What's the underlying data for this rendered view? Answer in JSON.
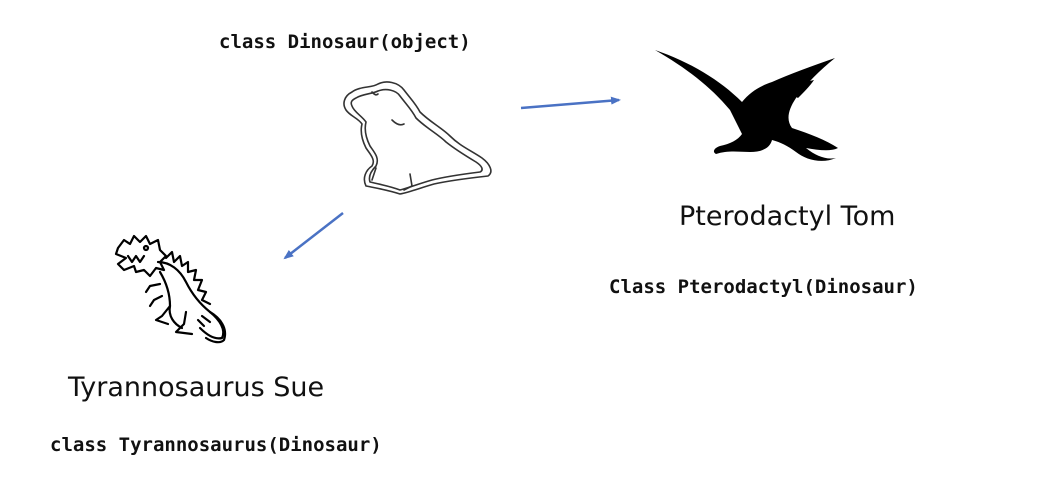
{
  "base_class": {
    "code": "class Dinosaur(object)",
    "icon": "dinosaur-cookie-cutter-icon"
  },
  "pterodactyl": {
    "name": "Pterodactyl Tom",
    "code": "Class Pterodactyl(Dinosaur)",
    "icon": "pterodactyl-silhouette-icon"
  },
  "tyrannosaurus": {
    "name": "Tyrannosaurus Sue",
    "code": "class Tyrannosaurus(Dinosaur)",
    "icon": "tyrannosaurus-sketch-icon"
  },
  "colors": {
    "arrow": "#4a72c4",
    "text": "#111111",
    "silhouette": "#000000"
  }
}
